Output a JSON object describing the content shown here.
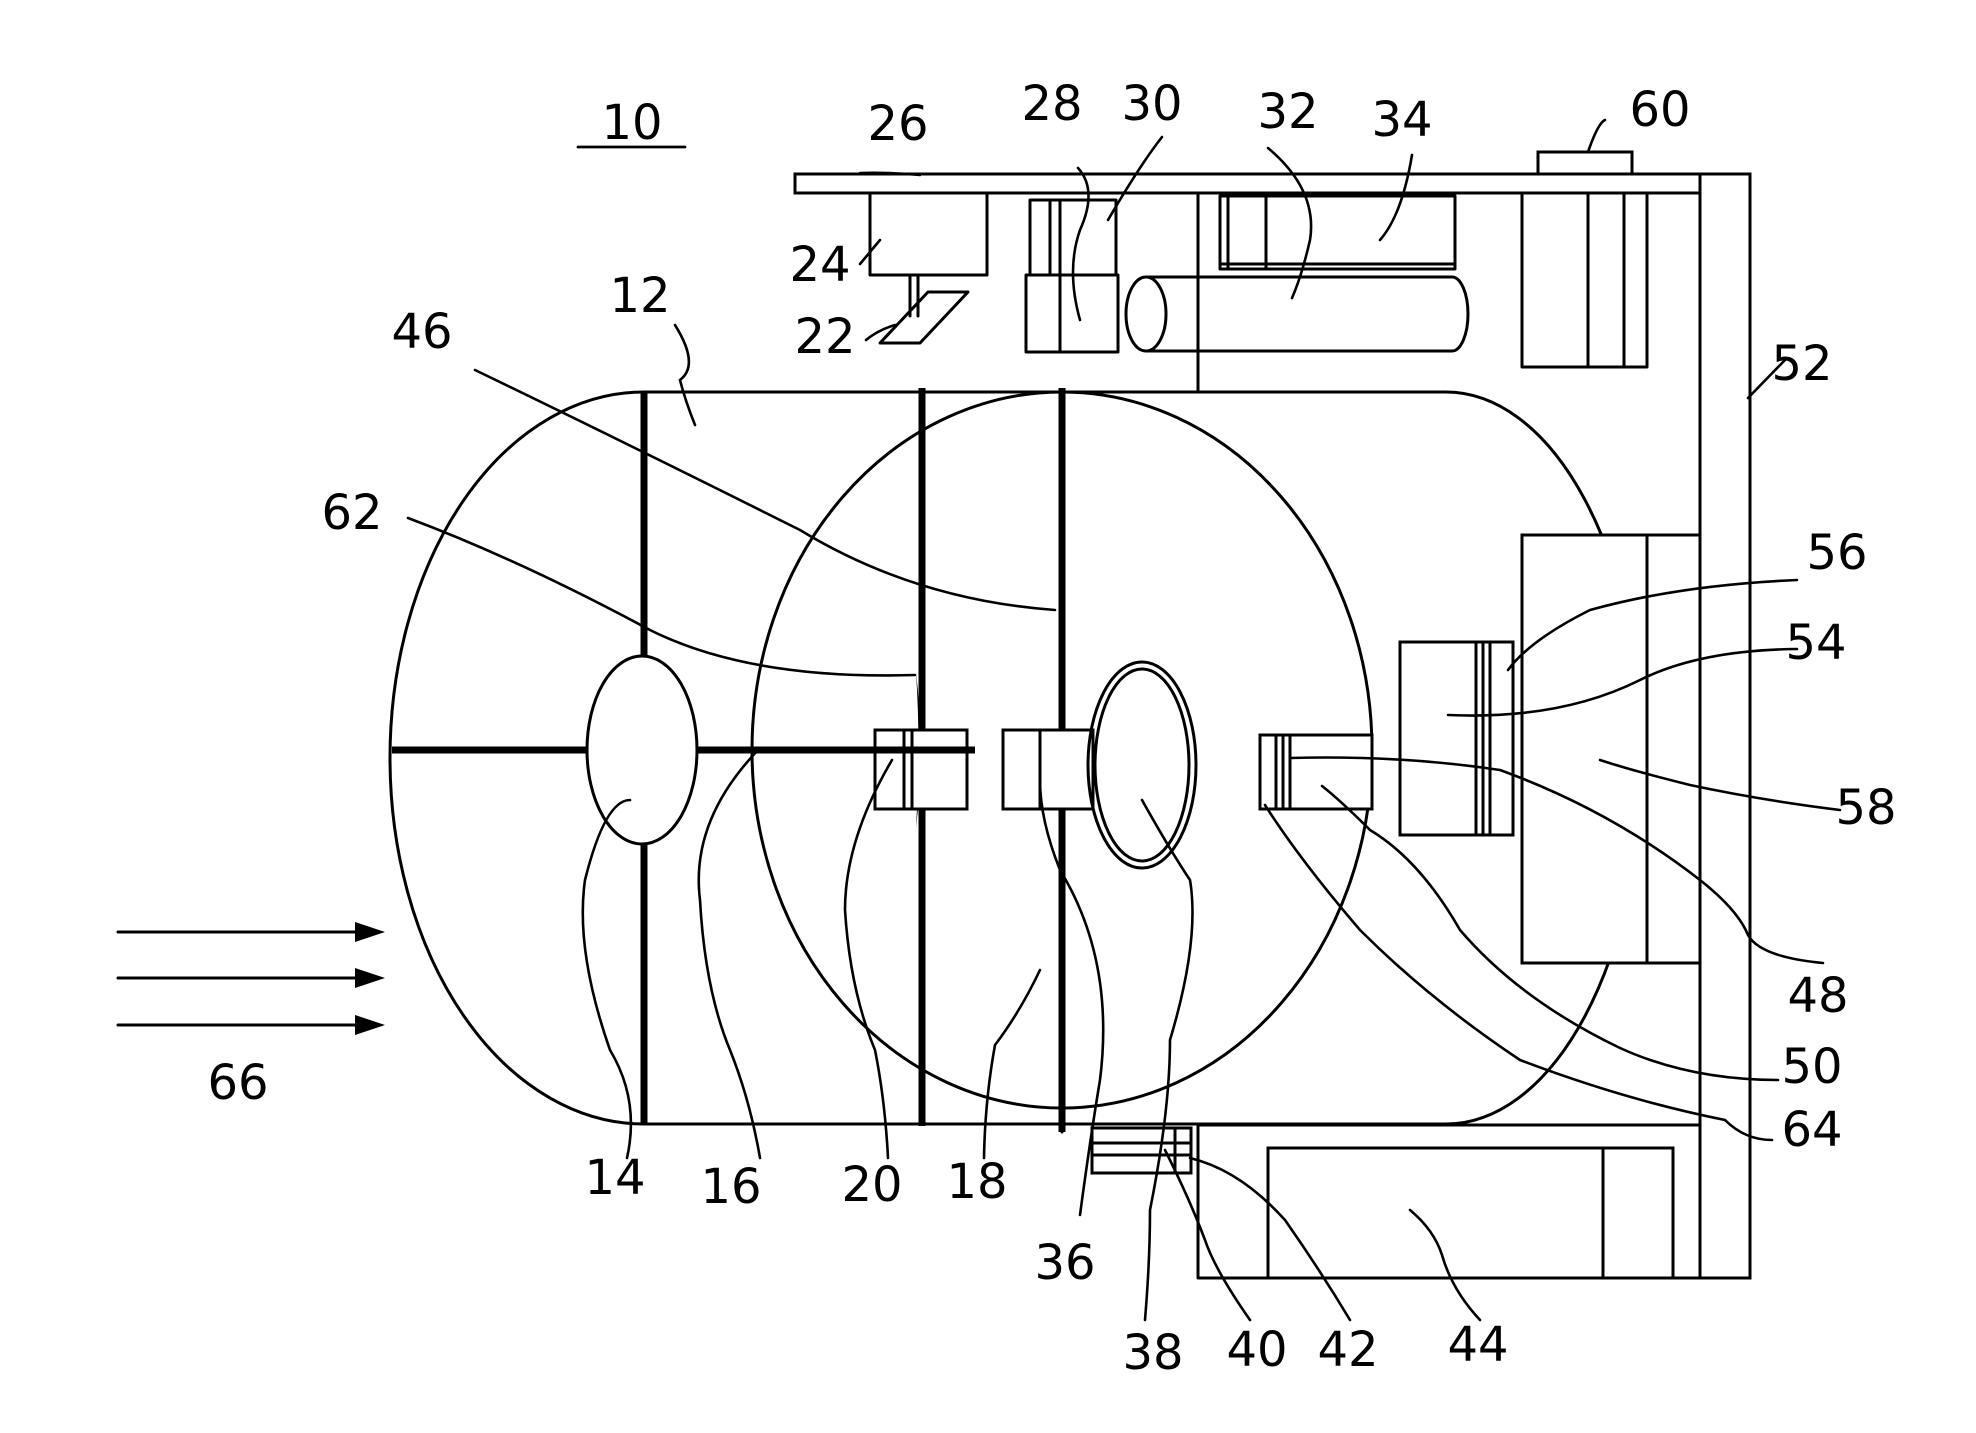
{
  "figure": {
    "main_label": "10",
    "references": [
      "12",
      "14",
      "16",
      "18",
      "20",
      "22",
      "24",
      "26",
      "28",
      "30",
      "32",
      "34",
      "36",
      "38",
      "40",
      "42",
      "44",
      "46",
      "48",
      "50",
      "52",
      "54",
      "56",
      "58",
      "60",
      "62",
      "64",
      "66"
    ],
    "colors": {
      "line": "#000000",
      "background": "#ffffff"
    }
  }
}
